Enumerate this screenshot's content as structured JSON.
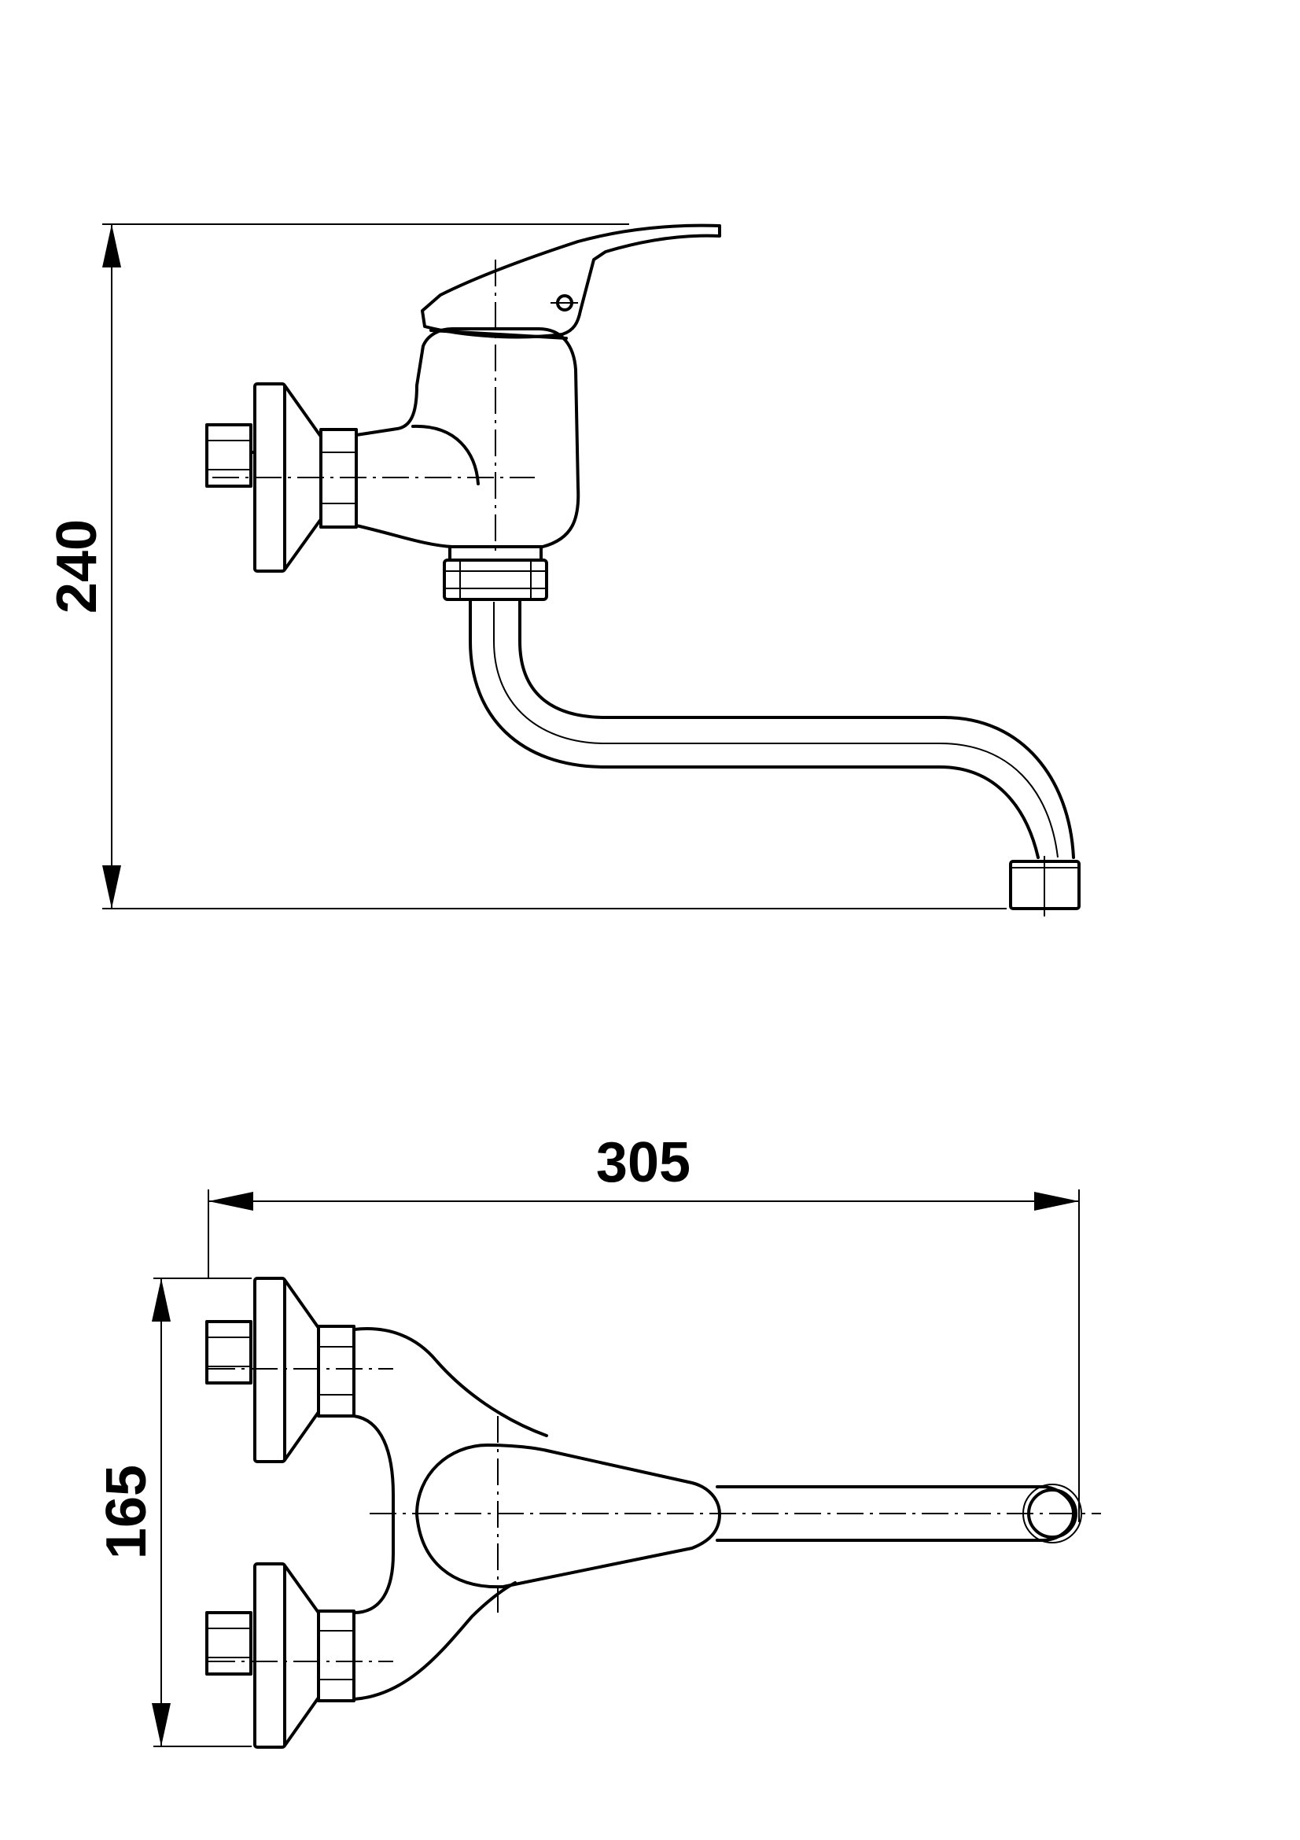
{
  "dimensions": {
    "height": "240",
    "length": "305",
    "width": "165"
  },
  "colors": {
    "line": "#000000",
    "background": "#ffffff"
  }
}
